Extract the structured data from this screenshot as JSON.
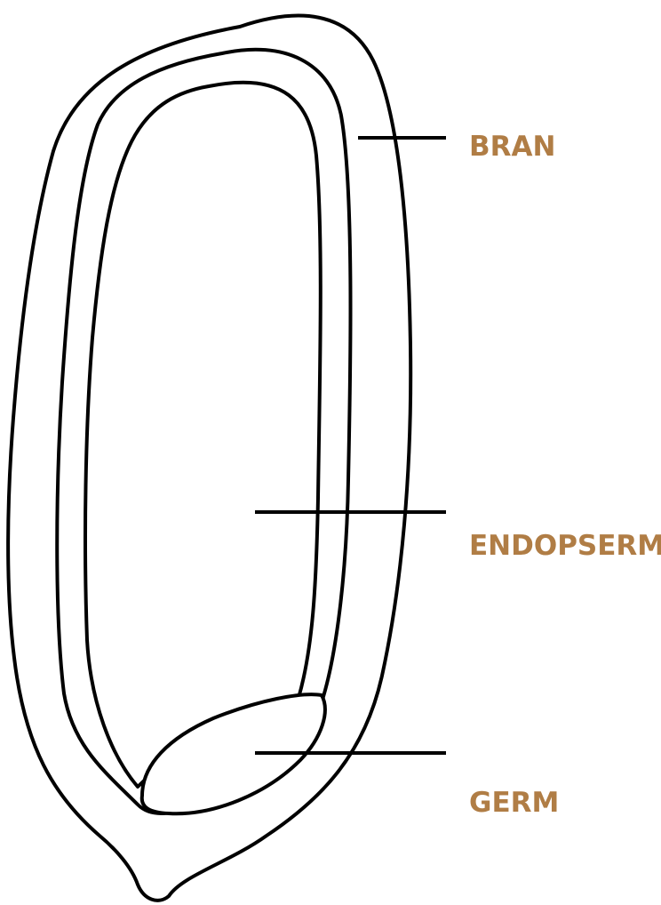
{
  "colors": {
    "label": "#b07d45",
    "line": "#000000",
    "background": "#ffffff"
  },
  "labels": {
    "bran": "BRAN",
    "endosperm": "ENDOPSERM",
    "germ": "GERM"
  }
}
